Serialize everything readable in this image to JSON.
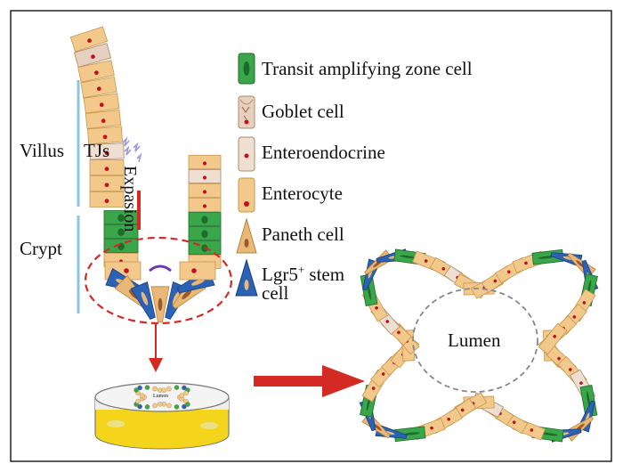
{
  "labels": {
    "villus": "Villus",
    "tjs": "TJs",
    "expansion": "Expasion",
    "crypt": "Crypt",
    "lumen": "Lumen",
    "dish_lumen": "Lumen"
  },
  "legend": {
    "items": [
      {
        "label": "Transit amplifying zone cell",
        "icon": "ta-cell-icon"
      },
      {
        "label": "Goblet cell",
        "icon": "goblet-cell-icon"
      },
      {
        "label": "Enteroendocrine",
        "icon": "enteroendocrine-cell-icon"
      },
      {
        "label": "Enterocyte",
        "icon": "enterocyte-cell-icon"
      },
      {
        "label": "Paneth cell",
        "icon": "paneth-cell-icon"
      }
    ],
    "stem_label_main": "Lgr5",
    "stem_label_sup": "+",
    "stem_label_rest": " stem",
    "stem_label_line2": "cell"
  },
  "colors": {
    "enterocyte": "#f3c98b",
    "enterocyte_edge": "#c8964c",
    "nucleus": "#c0121e",
    "ta_green": "#3aa64a",
    "ta_dark": "#1d6b2a",
    "stem_blue": "#2b62b5",
    "paneth": "#e9b878",
    "marker_blue": "#8cc6dc",
    "red": "#d42a24",
    "goblet": "#e6d0c0",
    "yellow": "#f4d51c"
  }
}
